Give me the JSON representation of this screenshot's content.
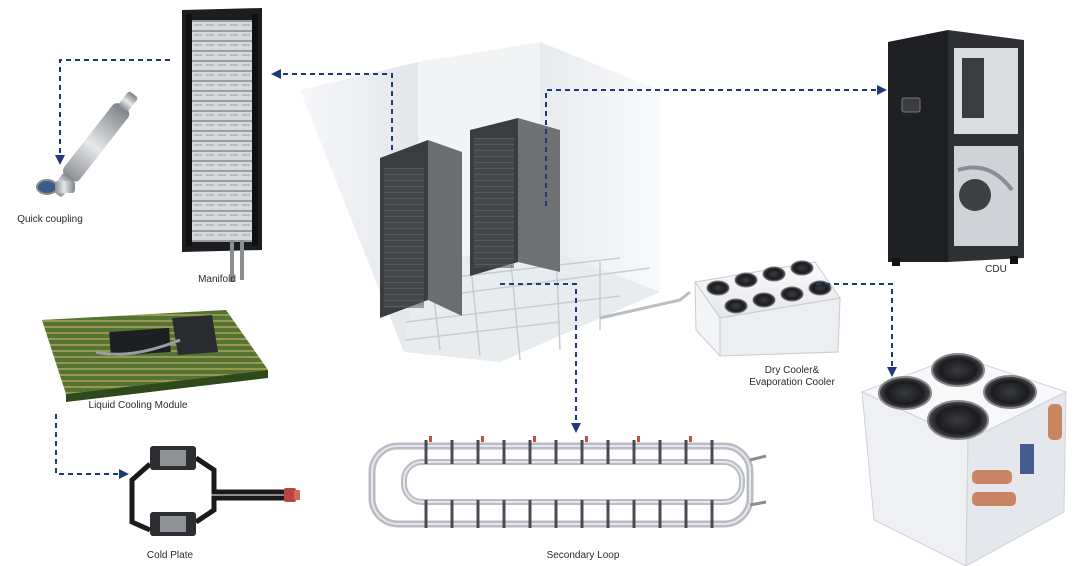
{
  "labels": {
    "quick_coupling": "Quick coupling",
    "manifold": "Manifold",
    "cdu": "CDU",
    "liquid_cooling_module": "Liquid Cooling Module",
    "dry_cooler_line1": "Dry Cooler&",
    "dry_cooler_line2": "Evaporation Cooler",
    "cold_plate": "Cold Plate",
    "secondary_loop": "Secondary Loop"
  },
  "colors": {
    "arrow": "#1f3a7a",
    "rack_dark": "#222326",
    "server_gray": "#5e6064",
    "room_wall": "#eef0f3",
    "copper": "#c98462",
    "pipe": "#b9bcc2"
  },
  "icons": [
    "quick-coupling",
    "manifold-rack",
    "data-center-room",
    "cdu-unit",
    "dry-cooler",
    "evaporation-cooler",
    "liquid-cooling-module-board",
    "cold-plate",
    "secondary-loop-piping"
  ]
}
